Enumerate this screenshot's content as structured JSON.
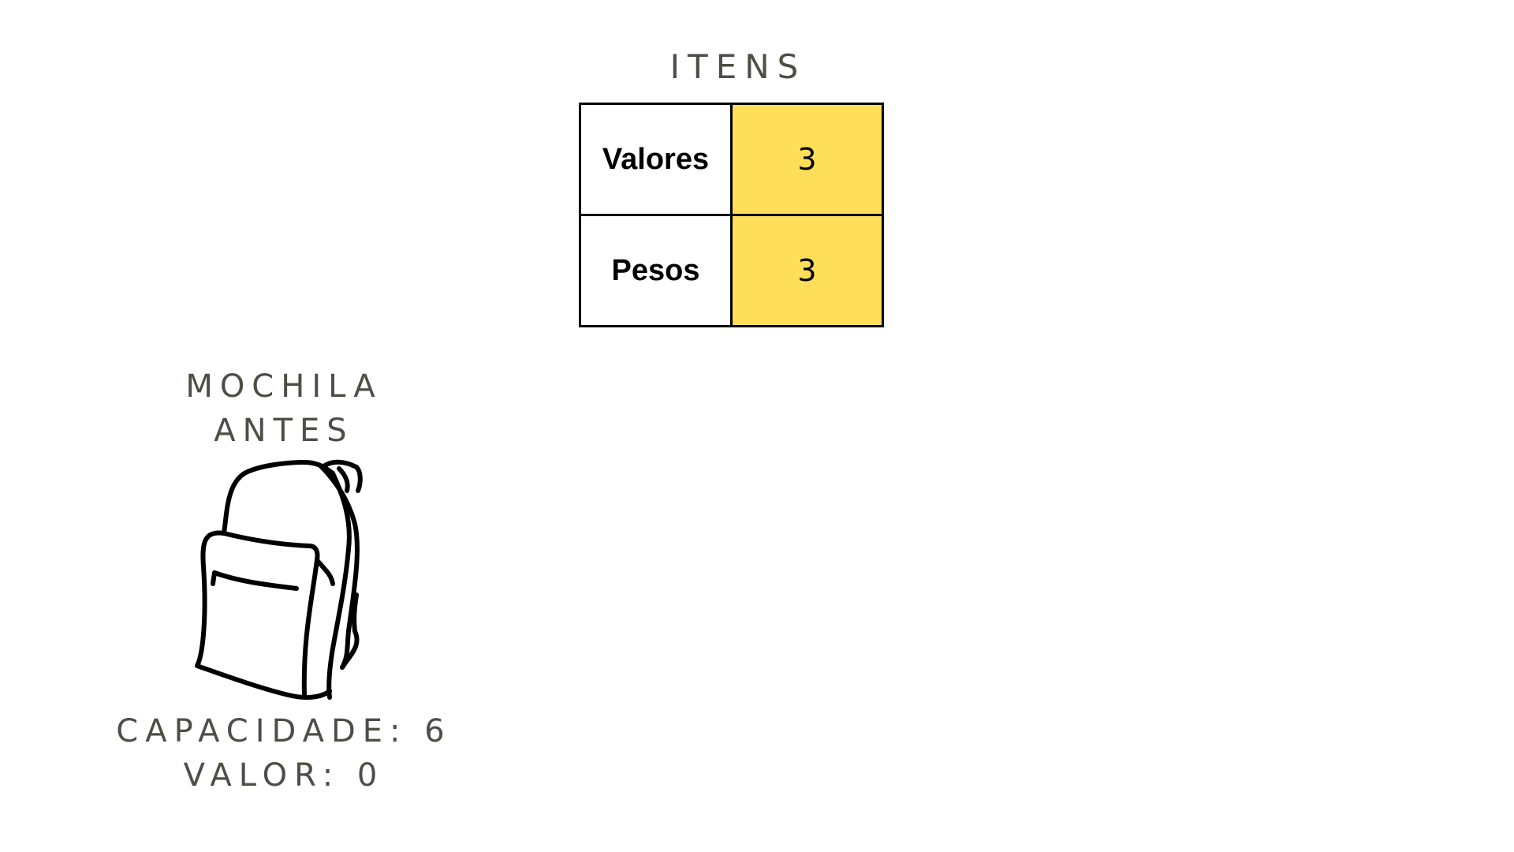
{
  "items": {
    "title": "ITENS",
    "rows": [
      {
        "label": "Valores",
        "values": [
          "3"
        ]
      },
      {
        "label": "Pesos",
        "values": [
          "3"
        ]
      }
    ],
    "highlight_color": "#ffde59"
  },
  "backpack": {
    "title_line1": "MOCHILA",
    "title_line2": "ANTES",
    "icon": "backpack-icon",
    "capacity_label": "CAPACIDADE:",
    "capacity_value": "6",
    "value_label": "VALOR:",
    "value_value": "0"
  }
}
